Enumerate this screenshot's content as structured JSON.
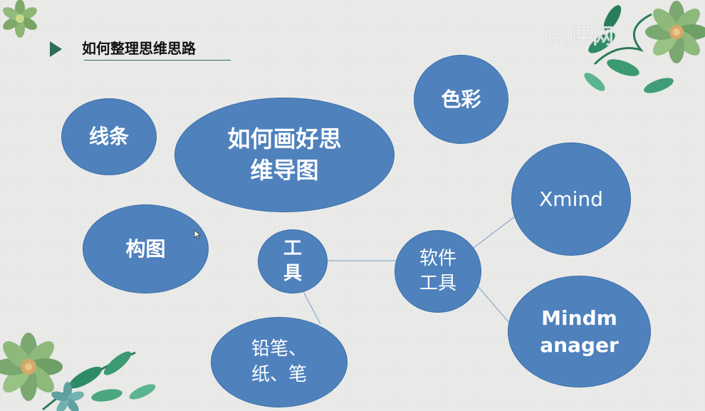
{
  "slide": {
    "title": "如何整理思维思路",
    "watermark": "虎课网"
  },
  "nodes": {
    "center": "如何画好思\n维导图",
    "lines": "线条",
    "color": "色彩",
    "composition": "构图",
    "tools": "工\n具",
    "software": "软件\n工具",
    "xmind": "Xmind",
    "mindmanager": "Mindm\nanager",
    "pencil": "铅笔、\n纸、笔"
  },
  "colors": {
    "node_fill": "#4f82bd",
    "node_border": "#3a6ea8",
    "title_accent": "#2f6b5a",
    "connector": "#8aaac8"
  }
}
